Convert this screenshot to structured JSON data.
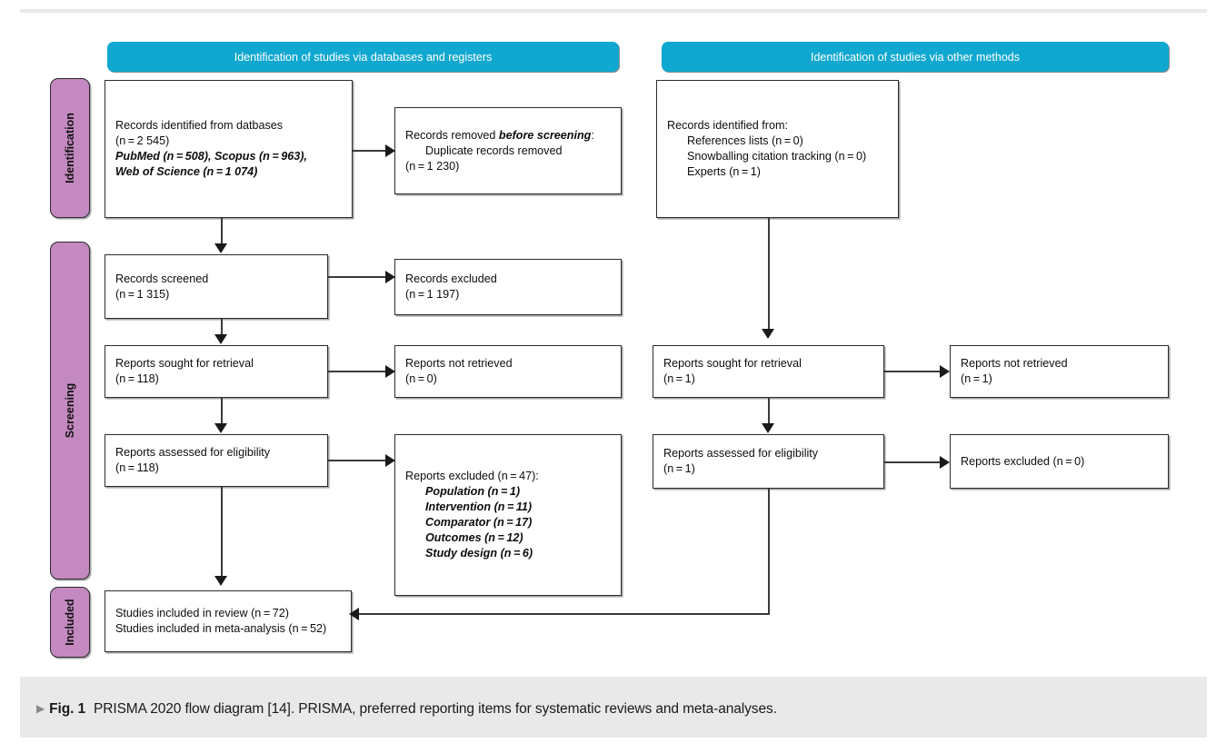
{
  "figure": {
    "caption_marker": "▶",
    "caption_label": "Fig. 1",
    "caption_text": "PRISMA 2020 flow diagram [14]. PRISMA, preferred reporting items for systematic reviews and meta-analyses."
  },
  "colors": {
    "header_bar": "#10a8d0",
    "phase_tab": "#c489c0",
    "box_border": "#2c2c2c",
    "caption_band": "#e9e9e9"
  },
  "headers": {
    "left": "Identification of studies via databases and registers",
    "right": "Identification of studies via other methods"
  },
  "phases": [
    {
      "label": "Identification"
    },
    {
      "label": "Screening"
    },
    {
      "label": "Included"
    }
  ],
  "chart_data": {
    "type": "diagram",
    "title": "PRISMA 2020 flow diagram",
    "columns": [
      "Identification of studies via databases and registers",
      "Identification of studies via other methods"
    ],
    "phases": [
      "Identification",
      "Screening",
      "Included"
    ],
    "nodes": [
      {
        "id": "l1",
        "column": "left",
        "phase": "Identification",
        "label": "Records identified from datbases",
        "n": 2545,
        "breakdown": [
          {
            "source": "PubMed",
            "n": 508
          },
          {
            "source": "Scopus",
            "n": 963
          },
          {
            "source": "Web of Science",
            "n": 1074
          }
        ]
      },
      {
        "id": "l1x",
        "column": "left",
        "phase": "Identification",
        "label": "Records removed before screening: Duplicate records removed",
        "n": 1230
      },
      {
        "id": "l2",
        "column": "left",
        "phase": "Screening",
        "label": "Records screened",
        "n": 1315
      },
      {
        "id": "l2x",
        "column": "left",
        "phase": "Screening",
        "label": "Records excluded",
        "n": 1197
      },
      {
        "id": "l3",
        "column": "left",
        "phase": "Screening",
        "label": "Reports sought for retrieval",
        "n": 118
      },
      {
        "id": "l3x",
        "column": "left",
        "phase": "Screening",
        "label": "Reports not retrieved",
        "n": 0
      },
      {
        "id": "l4",
        "column": "left",
        "phase": "Screening",
        "label": "Reports assessed for eligibility",
        "n": 118
      },
      {
        "id": "l4x",
        "column": "left",
        "phase": "Screening",
        "label": "Reports excluded",
        "n": 47,
        "reasons": [
          {
            "reason": "Population",
            "n": 1
          },
          {
            "reason": "Intervention",
            "n": 11
          },
          {
            "reason": "Comparator",
            "n": 17
          },
          {
            "reason": "Outcomes",
            "n": 12
          },
          {
            "reason": "Study design",
            "n": 6
          }
        ]
      },
      {
        "id": "l5",
        "column": "left",
        "phase": "Included",
        "label": "Studies included in review / meta-analysis",
        "n_review": 72,
        "n_meta": 52
      },
      {
        "id": "r1",
        "column": "right",
        "phase": "Identification",
        "label": "Records identified from:",
        "breakdown": [
          {
            "source": "References lists",
            "n": 0
          },
          {
            "source": "Snowballing citation tracking",
            "n": 0
          },
          {
            "source": "Experts",
            "n": 1
          }
        ]
      },
      {
        "id": "r2",
        "column": "right",
        "phase": "Screening",
        "label": "Reports sought for retrieval",
        "n": 1
      },
      {
        "id": "r2x",
        "column": "right",
        "phase": "Screening",
        "label": "Reports not retrieved",
        "n": 1
      },
      {
        "id": "r3",
        "column": "right",
        "phase": "Screening",
        "label": "Reports assessed for eligibility",
        "n": 1
      },
      {
        "id": "r3x",
        "column": "right",
        "phase": "Screening",
        "label": "Reports excluded",
        "n": 0
      }
    ]
  },
  "boxes": {
    "left_identified": {
      "line1": "Records identified from datbases",
      "line2": "(n = 2 545)",
      "line3": "PubMed (n = 508), Scopus (n = 963),",
      "line4": "Web of Science (n = 1 074)"
    },
    "left_removed": {
      "line1_a": "Records removed ",
      "line1_b": "before screening",
      "line1_c": ":",
      "line2": "Duplicate records removed",
      "line3": "(n = 1 230)"
    },
    "left_screened": {
      "line1": "Records screened",
      "line2": "(n = 1 315)"
    },
    "left_records_excluded": {
      "line1": "Records excluded",
      "line2": "(n = 1 197)"
    },
    "left_sought": {
      "line1": "Reports sought for retrieval",
      "line2": "(n = 118)"
    },
    "left_not_retrieved": {
      "line1": "Reports not retrieved",
      "line2": "(n = 0)"
    },
    "left_assessed": {
      "line1": "Reports assessed for eligibility",
      "line2": "(n = 118)"
    },
    "left_reports_excluded": {
      "line1": "Reports excluded (n = 47):",
      "r1": "Population (n = 1)",
      "r2": "Intervention (n = 11)",
      "r3": "Comparator (n = 17)",
      "r4": "Outcomes (n = 12)",
      "r5": "Study design (n = 6)"
    },
    "left_included": {
      "line1": "Studies included in review (n = 72)",
      "line2": "Studies included in meta-analysis (n = 52)"
    },
    "right_identified": {
      "line1": "Records identified from:",
      "line2": "References lists (n = 0)",
      "line3": "Snowballing citation tracking (n = 0)",
      "line4": "Experts (n = 1)"
    },
    "right_sought": {
      "line1": "Reports sought for retrieval",
      "line2": "(n = 1)"
    },
    "right_not_retrieved": {
      "line1": "Reports not retrieved",
      "line2": "(n = 1)"
    },
    "right_assessed": {
      "line1": "Reports assessed for eligibility",
      "line2": "(n = 1)"
    },
    "right_excluded": {
      "line1": "Reports excluded (n = 0)"
    }
  }
}
